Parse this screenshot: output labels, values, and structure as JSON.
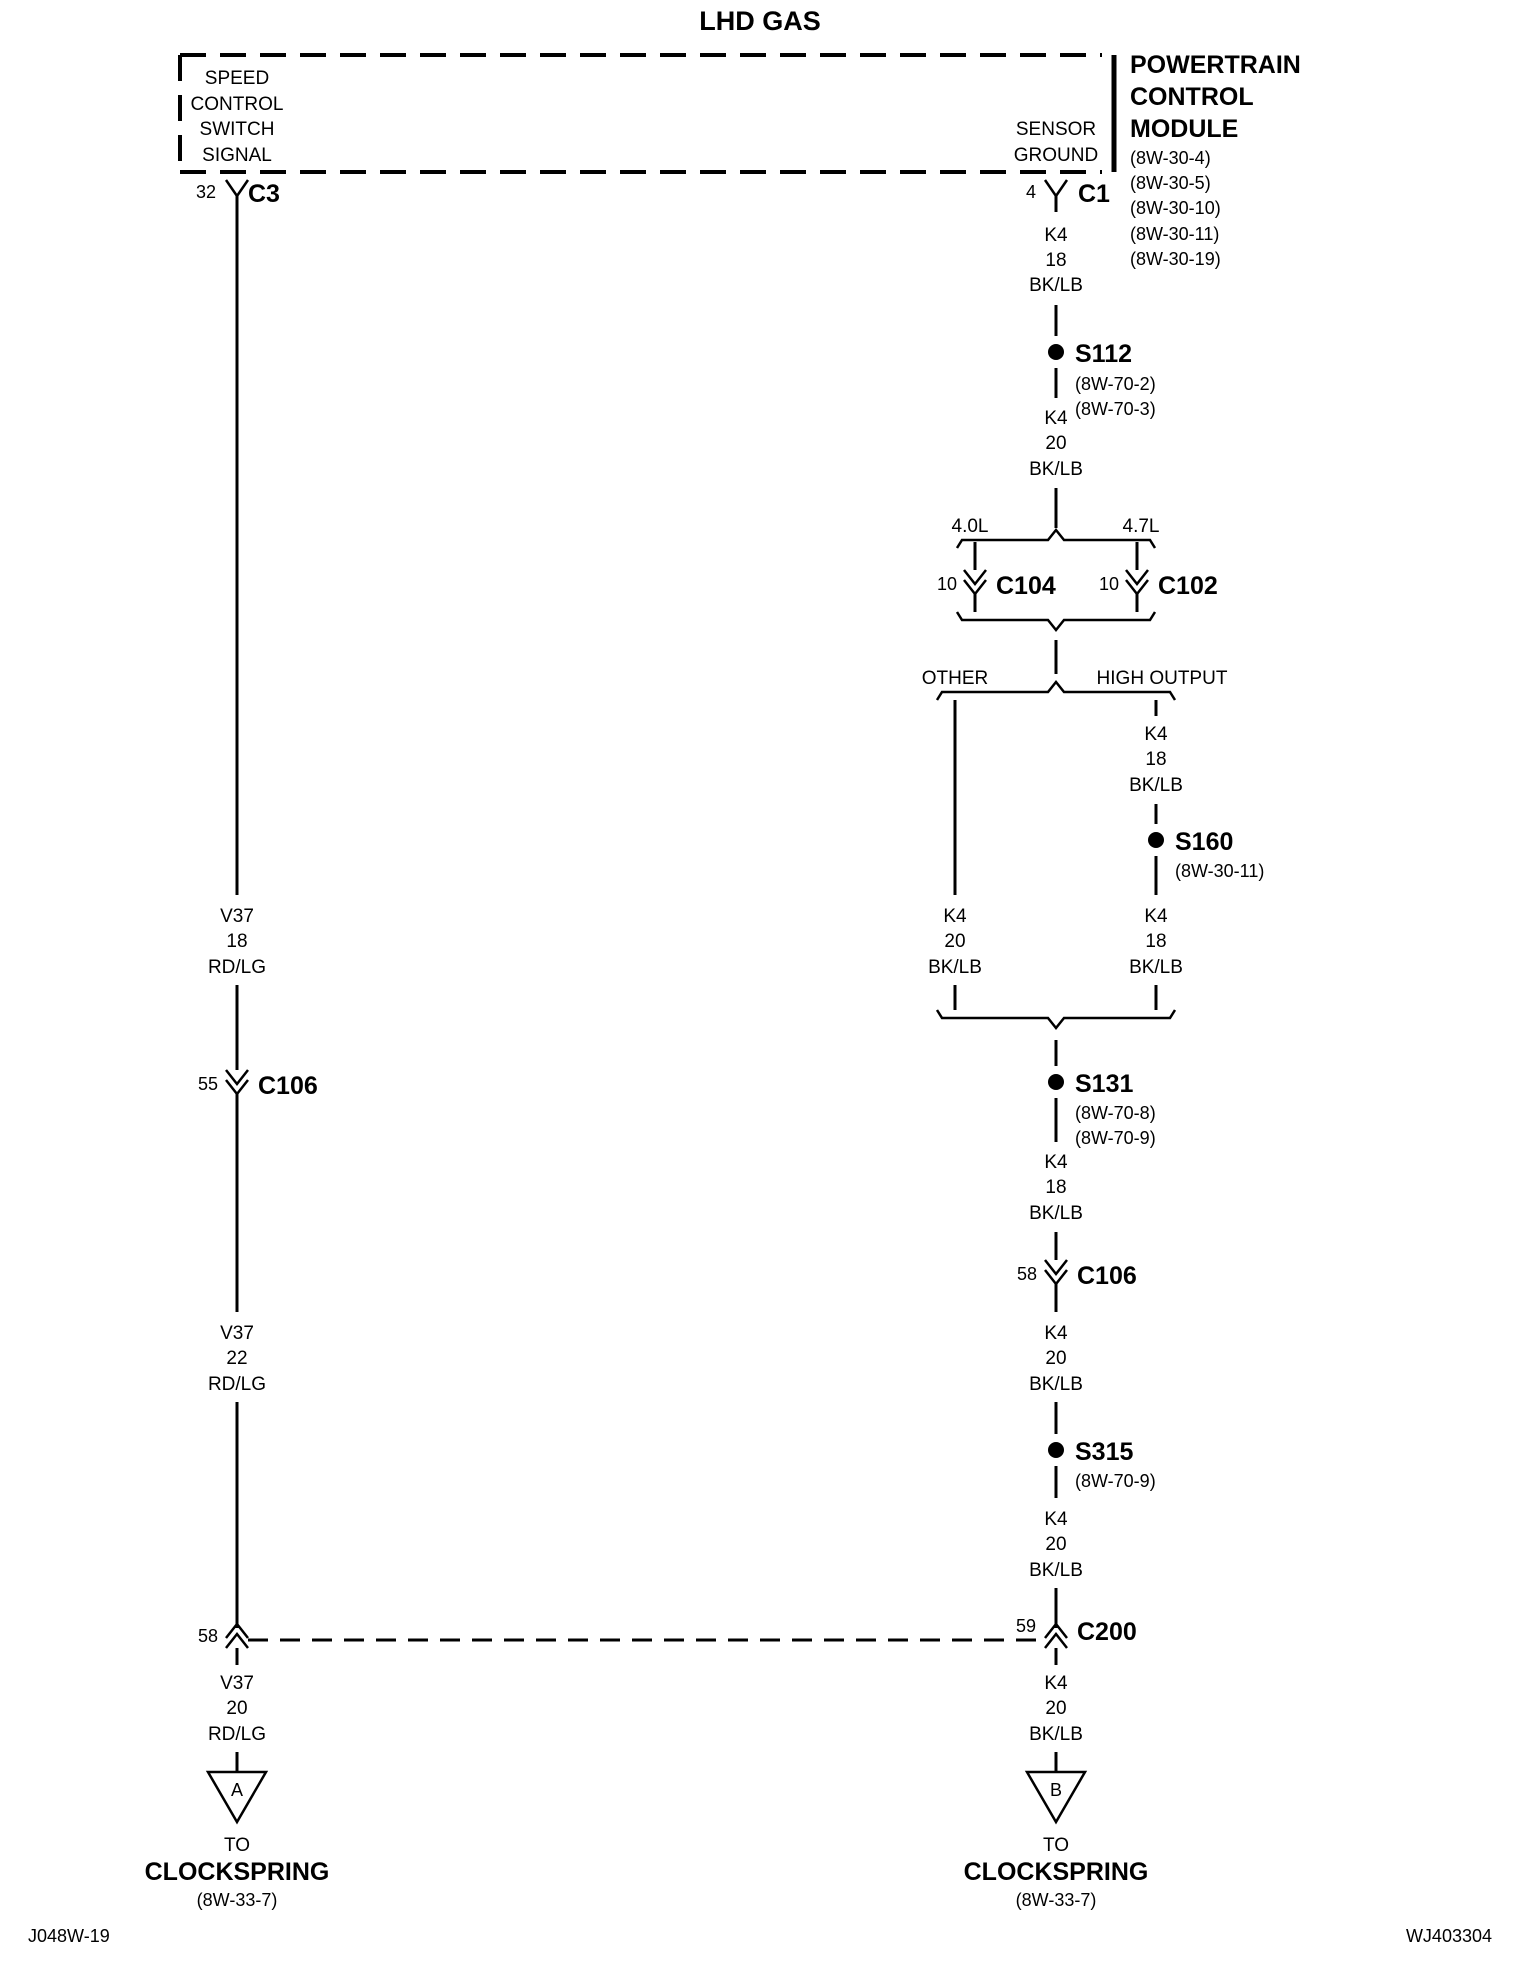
{
  "title": "LHD GAS",
  "module": {
    "name_lines": [
      "POWERTRAIN",
      "CONTROL",
      "MODULE"
    ],
    "refs": [
      "(8W-30-4)",
      "(8W-30-5)",
      "(8W-30-10)",
      "(8W-30-11)",
      "(8W-30-19)"
    ],
    "left_pin_label": [
      "SPEED",
      "CONTROL",
      "SWITCH",
      "SIGNAL"
    ],
    "right_pin_label": [
      "SENSOR",
      "GROUND"
    ]
  },
  "left_circuit": {
    "connector_top": {
      "pin": "32",
      "name": "C3"
    },
    "wire_1": [
      "V37",
      "18",
      "RD/LG"
    ],
    "connector_mid": {
      "pin": "55",
      "name": "C106"
    },
    "wire_2": [
      "V37",
      "22",
      "RD/LG"
    ],
    "connector_bottom_pin": "58",
    "wire_3": [
      "V37",
      "20",
      "RD/LG"
    ],
    "terminal": {
      "letter": "A",
      "to": "TO",
      "dest": "CLOCKSPRING",
      "ref": "(8W-33-7)"
    }
  },
  "right_circuit": {
    "connector_top": {
      "pin": "4",
      "name": "C1"
    },
    "wire_1": [
      "K4",
      "18",
      "BK/LB"
    ],
    "splice_1": {
      "name": "S112",
      "refs": [
        "(8W-70-2)",
        "(8W-70-3)"
      ]
    },
    "wire_2": [
      "K4",
      "20",
      "BK/LB"
    ],
    "engine_options": {
      "left": "4.0L",
      "right": "4.7L"
    },
    "conn_c104": {
      "pin": "10",
      "name": "C104"
    },
    "conn_c102": {
      "pin": "10",
      "name": "C102"
    },
    "output_options": {
      "left": "OTHER",
      "right": "HIGH OUTPUT"
    },
    "wire_ho_1": [
      "K4",
      "18",
      "BK/LB"
    ],
    "splice_2": {
      "name": "S160",
      "refs": [
        "(8W-30-11)"
      ]
    },
    "wire_ho_2": [
      "K4",
      "18",
      "BK/LB"
    ],
    "wire_other": [
      "K4",
      "20",
      "BK/LB"
    ],
    "splice_3": {
      "name": "S131",
      "refs": [
        "(8W-70-8)",
        "(8W-70-9)"
      ]
    },
    "wire_3": [
      "K4",
      "18",
      "BK/LB"
    ],
    "conn_c106": {
      "pin": "58",
      "name": "C106"
    },
    "wire_4": [
      "K4",
      "20",
      "BK/LB"
    ],
    "splice_4": {
      "name": "S315",
      "refs": [
        "(8W-70-9)"
      ]
    },
    "wire_5": [
      "K4",
      "20",
      "BK/LB"
    ],
    "conn_c200": {
      "pin": "59",
      "name": "C200"
    },
    "wire_6": [
      "K4",
      "20",
      "BK/LB"
    ],
    "terminal": {
      "letter": "B",
      "to": "TO",
      "dest": "CLOCKSPRING",
      "ref": "(8W-33-7)"
    }
  },
  "footer": {
    "left": "J048W-19",
    "right": "WJ403304"
  }
}
